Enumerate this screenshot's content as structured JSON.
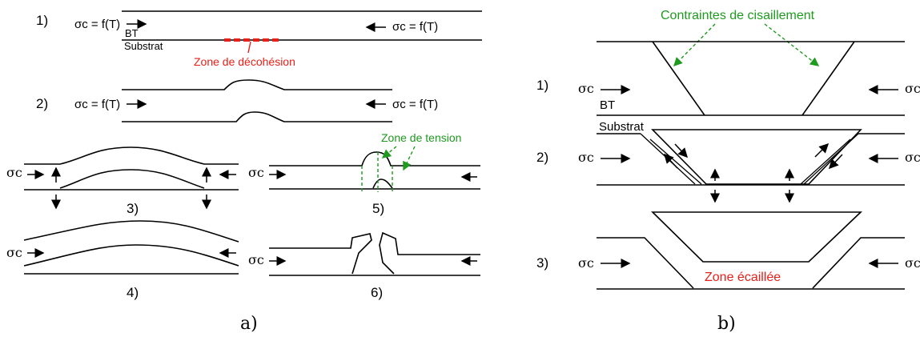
{
  "panel_a": {
    "step1": {
      "num": "1)",
      "sigma_left": "σc = f(T)",
      "sigma_right": "σc = f(T)",
      "layer_top": "BT",
      "layer_bottom": "Substrat",
      "zone": "Zone de décohésion"
    },
    "step2": {
      "num": "2)",
      "sigma_left": "σc = f(T)",
      "sigma_right": "σc = f(T)"
    },
    "step3": {
      "num": "3)",
      "sigma": "σc"
    },
    "step4": {
      "num": "4)",
      "sigma": "σc"
    },
    "step5": {
      "num": "5)",
      "sigma": "σc",
      "zone": "Zone de tension"
    },
    "step6": {
      "num": "6)",
      "sigma": "σc"
    },
    "caption": "a)"
  },
  "panel_b": {
    "shear_label": "Contraintes de cisaillement",
    "step1": {
      "num": "1)",
      "sigma": "σc",
      "layer_top": "BT",
      "layer_bottom": "Substrat"
    },
    "step2": {
      "num": "2)",
      "sigma": "σc"
    },
    "step3": {
      "num": "3)",
      "sigma": "σc",
      "zone": "Zone écaillée"
    },
    "caption": "b)"
  },
  "colors": {
    "red": "#e8201a",
    "green": "#1e9a1e"
  }
}
